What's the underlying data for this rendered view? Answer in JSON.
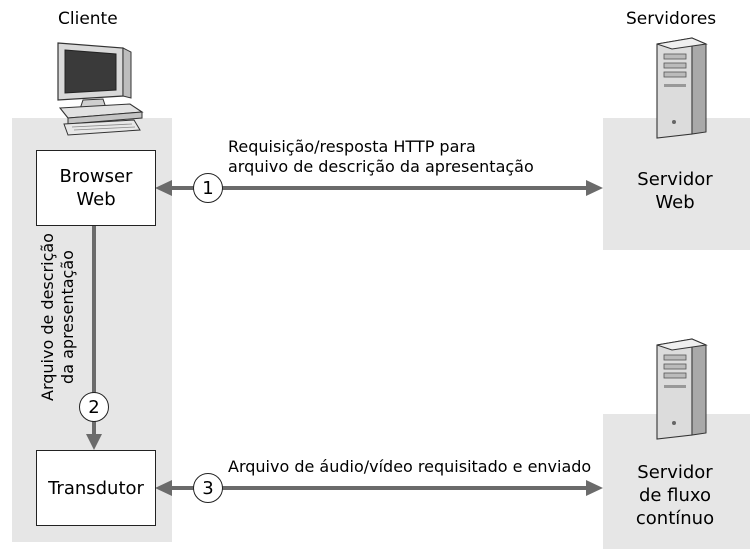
{
  "client": {
    "title": "Cliente"
  },
  "servers": {
    "title": "Servidores"
  },
  "boxes": {
    "browser_line1": "Browser",
    "browser_line2": "Web",
    "player": "Transdutor"
  },
  "server_labels": {
    "web_line1": "Servidor",
    "web_line2": "Web",
    "stream_line1": "Servidor",
    "stream_line2": "de fluxo",
    "stream_line3": "contínuo"
  },
  "arrows": {
    "a1_line1": "Requisição/resposta HTTP para",
    "a1_line2": "arquivo de descrição da apresentação",
    "a2_line1": "Arquivo de descrição",
    "a2_line2": "da apresentação",
    "a3": "Arquivo de áudio/vídeo requisitado e enviado"
  },
  "steps": [
    "1",
    "2",
    "3"
  ],
  "colors": {
    "panel": "#e6e6e6",
    "arrow": "#6b6b6b"
  },
  "icons": [
    "computer-icon",
    "server-tower-icon"
  ]
}
